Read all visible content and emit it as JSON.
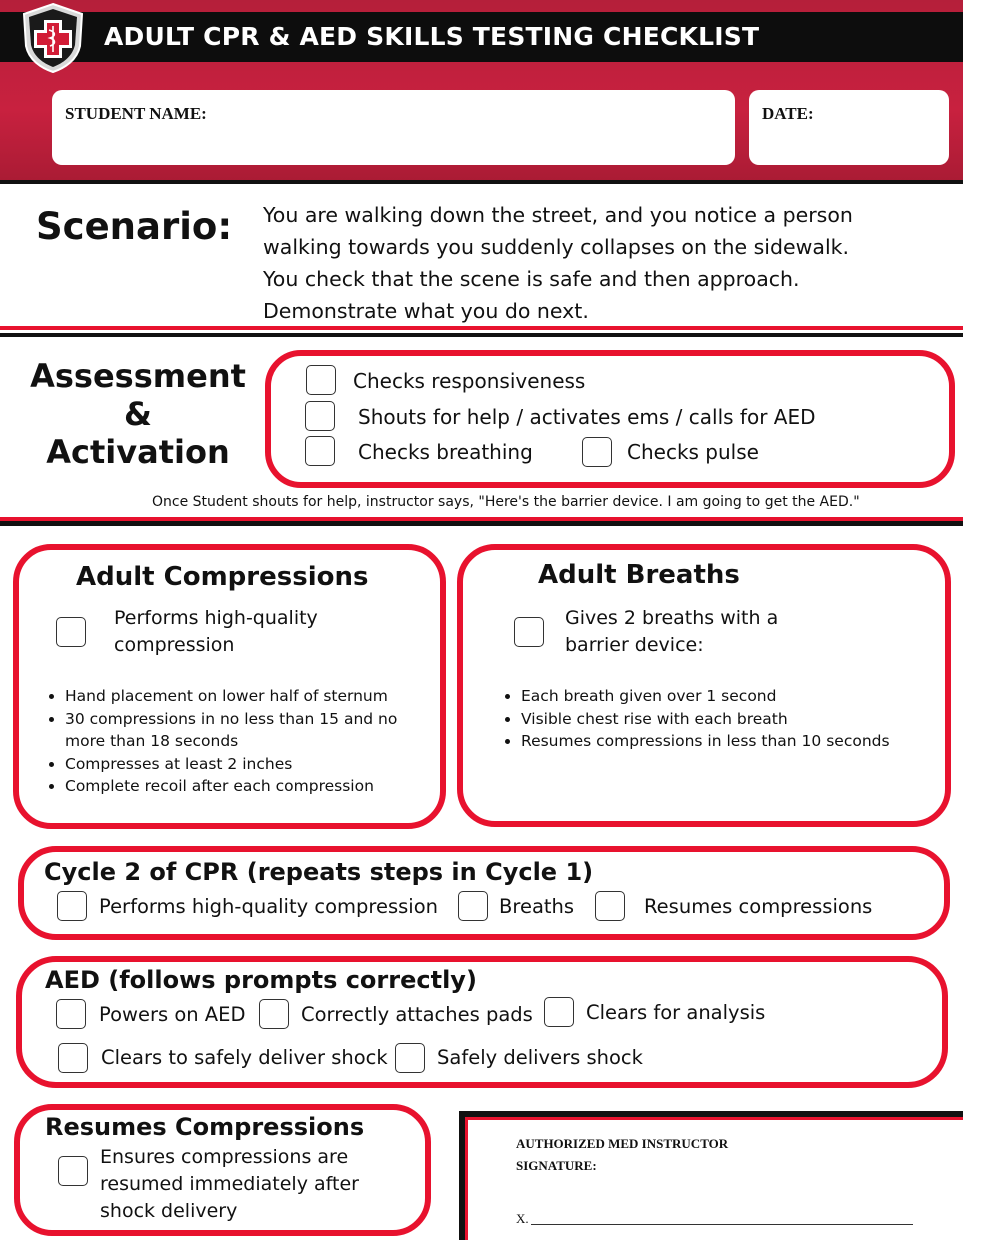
{
  "header": {
    "title": "ADULT CPR & AED SKILLS TESTING CHECKLIST",
    "student_name_label": "STUDENT NAME:",
    "date_label": "DATE:"
  },
  "scenario": {
    "title": "Scenario:",
    "lines": [
      "You are walking down the street, and you notice a person",
      "walking towards you suddenly collapses on the sidewalk.",
      "You check that the scene is safe and then approach.",
      "Demonstrate what you do next."
    ]
  },
  "assessment": {
    "title_lines": [
      "Assessment",
      "&",
      "Activation"
    ],
    "items": [
      "Checks responsiveness",
      "Shouts for help / activates ems / calls for AED",
      "Checks breathing",
      "Checks pulse"
    ],
    "note": "Once Student shouts for help, instructor says, \"Here's the barrier device. I am going to get the AED.\""
  },
  "compressions": {
    "title": "Adult Compressions",
    "check_lines": [
      "Performs high-quality",
      "compression"
    ],
    "bullets": [
      "Hand placement on lower half of sternum",
      "30 compressions in no less than 15 and no more than 18 seconds",
      "Compresses at least 2 inches",
      "Complete recoil after each compression"
    ]
  },
  "breaths": {
    "title": "Adult Breaths",
    "check_lines": [
      "Gives 2 breaths with a",
      "barrier device:"
    ],
    "bullets": [
      "Each breath given over 1 second",
      "Visible chest rise with each breath",
      "Resumes compressions in less than 10 seconds"
    ]
  },
  "cycle2": {
    "title": "Cycle 2 of CPR (repeats steps in Cycle 1)",
    "items": [
      "Performs high-quality compression",
      "Breaths",
      "Resumes compressions"
    ]
  },
  "aed": {
    "title": "AED (follows prompts correctly)",
    "items": [
      "Powers on AED",
      "Correctly attaches pads",
      "Clears for analysis",
      "Clears to safely deliver shock",
      "Safely delivers shock"
    ]
  },
  "resumes": {
    "title": "Resumes Compressions",
    "lines": [
      "Ensures compressions are",
      "resumed immediately after",
      "shock delivery"
    ]
  },
  "signature": {
    "label_lines": [
      "AUTHORIZED MED INSTRUCTOR",
      "SIGNATURE:"
    ],
    "x_mark": "X."
  },
  "colors": {
    "accent_red": "#e8122e",
    "header_red": "#c8213f",
    "header_black": "#0d0d0d"
  },
  "icons": {
    "logo": "medical-cross-shield-icon"
  }
}
